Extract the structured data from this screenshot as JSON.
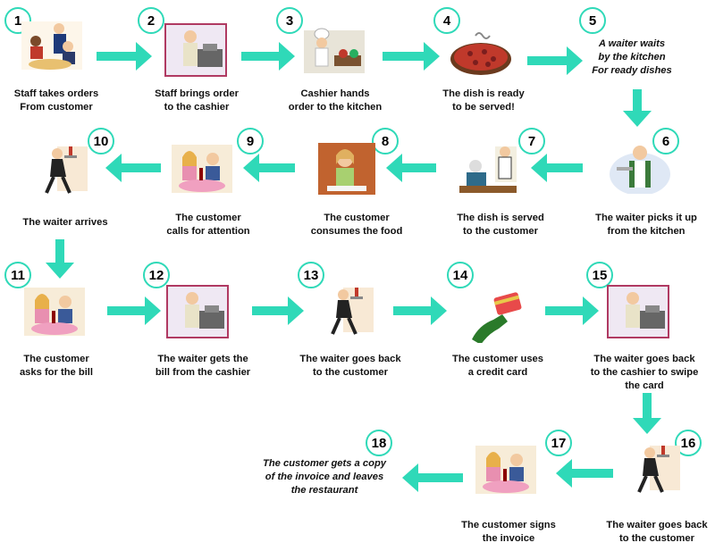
{
  "colors": {
    "arrow": "#2fd9b8",
    "badge_border": "#2fd9b8"
  },
  "steps": [
    {
      "num": "1",
      "caption": "Staff takes orders\nFrom customer",
      "icon": "waiter-serving-couple"
    },
    {
      "num": "2",
      "caption": "Staff brings order\nto the cashier",
      "icon": "cashier-register"
    },
    {
      "num": "3",
      "caption": "Cashier hands\norder to the kitchen",
      "icon": "chef-kitchen"
    },
    {
      "num": "4",
      "caption": "The dish is ready\nto be served!",
      "icon": "pizza-dish"
    },
    {
      "num": "5",
      "caption": "A waiter waits\nby the kitchen\nFor ready dishes",
      "icon": "none"
    },
    {
      "num": "6",
      "caption": "The waiter picks it up\nfrom the kitchen",
      "icon": "waiter-with-tray"
    },
    {
      "num": "7",
      "caption": "The dish is served\nto the customer",
      "icon": "waiter-serving-elderly"
    },
    {
      "num": "8",
      "caption": "The customer\nconsumes the food",
      "icon": "woman-eating"
    },
    {
      "num": "9",
      "caption": "The customer\ncalls for attention",
      "icon": "couple-dining"
    },
    {
      "num": "10",
      "caption": "The waiter arrives",
      "icon": "waiter-walking"
    },
    {
      "num": "11",
      "caption": "The customer\nasks for the bill",
      "icon": "couple-dining"
    },
    {
      "num": "12",
      "caption": "The waiter gets the\nbill from the cashier",
      "icon": "cashier-register"
    },
    {
      "num": "13",
      "caption": "The waiter goes back\nto the customer",
      "icon": "waiter-walking"
    },
    {
      "num": "14",
      "caption": "The customer uses\na credit card",
      "icon": "hand-credit-card"
    },
    {
      "num": "15",
      "caption": "The waiter goes back\nto the cashier to swipe\nthe card",
      "icon": "cashier-register"
    },
    {
      "num": "16",
      "caption": "The waiter goes back\nto the customer",
      "icon": "waiter-walking"
    },
    {
      "num": "17",
      "caption": "The customer signs\nthe invoice",
      "icon": "couple-dining"
    },
    {
      "num": "18",
      "caption": "The customer gets a copy\nof the invoice and leaves\nthe restaurant",
      "icon": "none"
    }
  ]
}
